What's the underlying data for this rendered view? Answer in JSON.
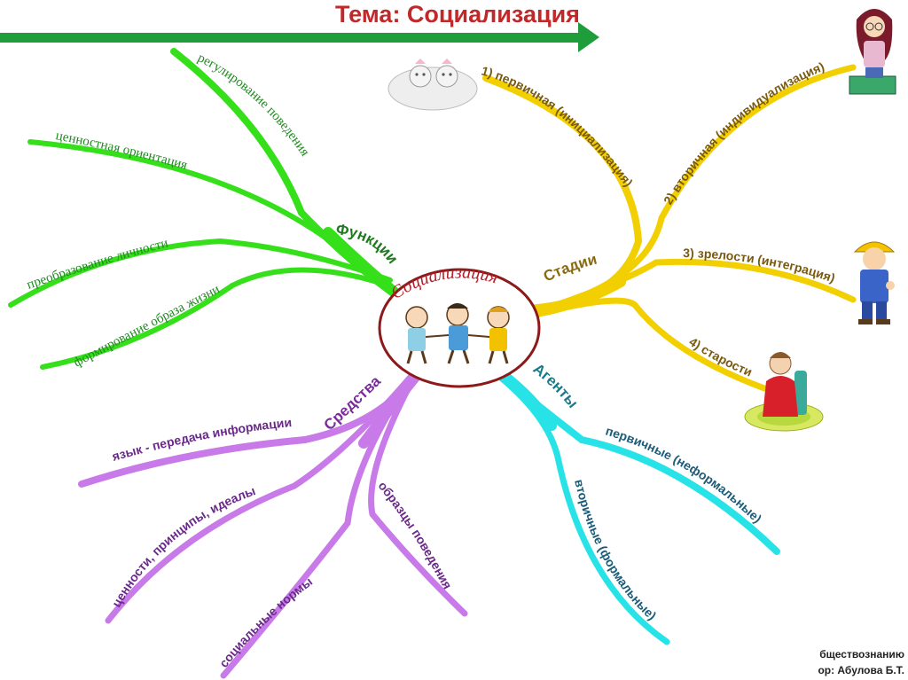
{
  "title": "Тема: Социализация",
  "center": "Социализация",
  "branches": {
    "functions": {
      "label": "Функции",
      "color": "#35e01a",
      "items": [
        "регулирование поведения",
        "ценностная ориентация",
        "преобразование личности",
        "формирование образа жизни"
      ]
    },
    "stages": {
      "label": "Стадии",
      "color": "#f2cf00",
      "items": [
        "1) первичная (инициализация)",
        "2) вторичная (индивидуализация)",
        "3) зрелости (интеграция)",
        "4) старости"
      ]
    },
    "means": {
      "label": "Средства",
      "color": "#c77ae8",
      "items": [
        "язык - передача информации",
        "ценности, принципы, идеалы",
        "социальные нормы",
        "образцы поведения"
      ]
    },
    "agents": {
      "label": "Агенты",
      "color": "#27e3e8",
      "items": [
        "первичные (неформальные)",
        "вторичные (формальные)"
      ]
    }
  },
  "colors": {
    "title": "#c0282a",
    "arrow": "#1f9d3a",
    "text": "#5d4a1a"
  },
  "footer": {
    "line1": "бществознанию",
    "line2": "ор: Абулова Б.Т."
  },
  "icons": [
    "babies-icon",
    "teen-girl-icon",
    "worker-icon",
    "grandmother-icon",
    "children-icon"
  ]
}
